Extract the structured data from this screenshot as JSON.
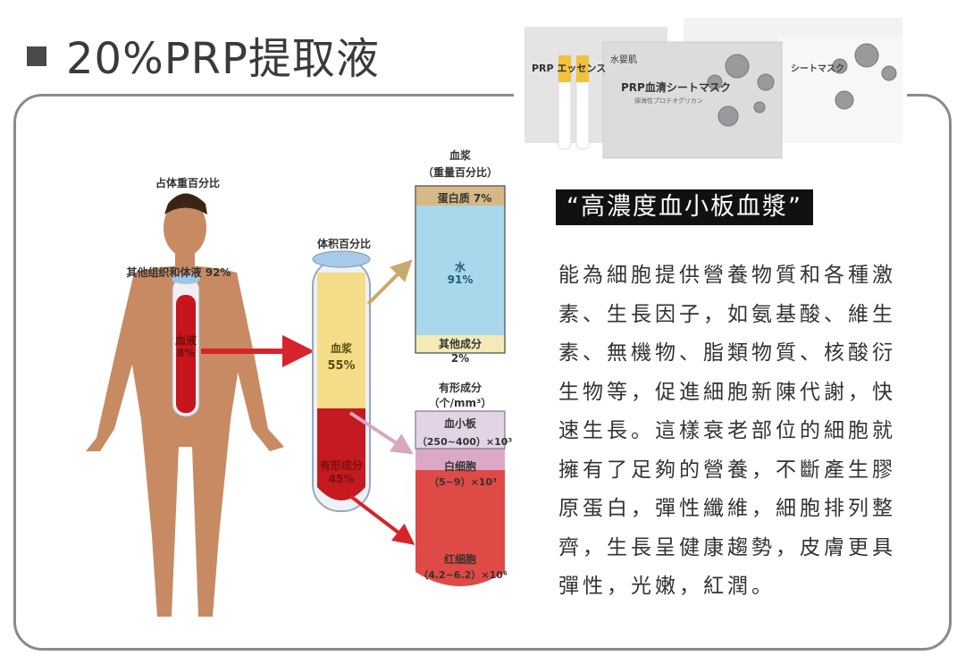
{
  "title": "20%PRP提取液",
  "tagline": "“高濃度血小板血漿”",
  "paragraph_lines": [
    "能為細胞提供營養物質和各種激",
    "素、生長因子，如氨基酸、維生",
    "素、無機物、脂類物質、核酸衍",
    "生物等，促進細胞新陳代謝，快",
    "速生長。這樣衰老部位的細胞就",
    "擁有了足夠的營養，不斷產生膠",
    "原蛋白，彈性纖維，細胞排列整",
    "齊，生長呈健康趨勢，皮膚更具",
    "彈性，光嫩，紅潤。"
  ],
  "products": {
    "brand": "水婴肌",
    "box1_name": "PRP エッセンス",
    "box2_name": "PRP血清シートマスク",
    "box2_sub": "弾海性プロテオグリカン",
    "box3_name": "シートマスク"
  },
  "diagram": {
    "body_title": "占体重百分比",
    "other_tissue": "其他组织和体液 92%",
    "blood_label": "血液",
    "blood_pct": "8%",
    "volume_title": "体积百分比",
    "plasma_label": "血浆",
    "plasma_pct": "55%",
    "formed_label": "有形成分",
    "formed_pct": "45%",
    "plasma_box_title": "血浆",
    "plasma_box_subtitle": "（重量百分比）",
    "protein": "蛋白质 7%",
    "water_label": "水",
    "water_pct": "91%",
    "other_label": "其他成分",
    "other_pct": "2%",
    "cells_title": "有形成分",
    "cells_unit": "（个/mm³）",
    "platelet_label": "血小板",
    "platelet_value": "（250~400）×10³",
    "wbc_label": "白细胞",
    "wbc_value": "（5~9）×10³",
    "rbc_label": "红细胞",
    "rbc_value": "（4.2~6.2）×10⁶"
  }
}
